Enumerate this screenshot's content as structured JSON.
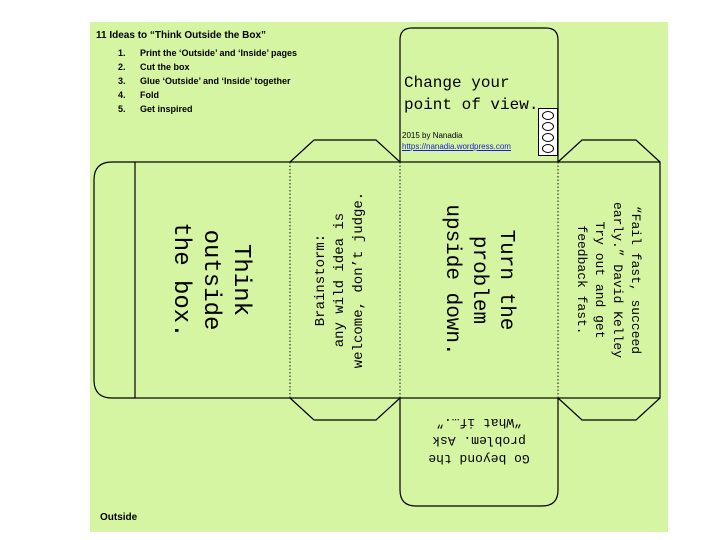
{
  "title": "11 Ideas to “Think Outside the Box”",
  "steps": [
    {
      "num": "1.",
      "text": "Print the ‘Outside’ and ‘Inside’ pages"
    },
    {
      "num": "2.",
      "text": "Cut  the box"
    },
    {
      "num": "3.",
      "text": "Glue ‘Outside’ and ‘Inside’ together"
    },
    {
      "num": "4.",
      "text": "Fold"
    },
    {
      "num": "5.",
      "text": "Get inspired"
    }
  ],
  "top_flap": {
    "text": "Change your\npoint of view.",
    "credit_line": "2015 by Nanadia",
    "credit_url": "https://nanadia.wordpress.com"
  },
  "panels": {
    "think": "Think\noutside\nthe box.",
    "brainstorm": "Brainstorm:\nany wild idea is\nwelcome, don’t judge.",
    "turn": "Turn the\nproblem\nupside down.",
    "fail": "“Fail fast, succeed\nearly.” David Kelley\nTry out and get\nfeedback fast.",
    "beyond": "Go beyond the\nproblem.  Ask\n“What if….”"
  },
  "footer_label": "Outside",
  "colors": {
    "background": "#d6f5a3",
    "outline": "#000000",
    "link": "#1a1adc"
  }
}
